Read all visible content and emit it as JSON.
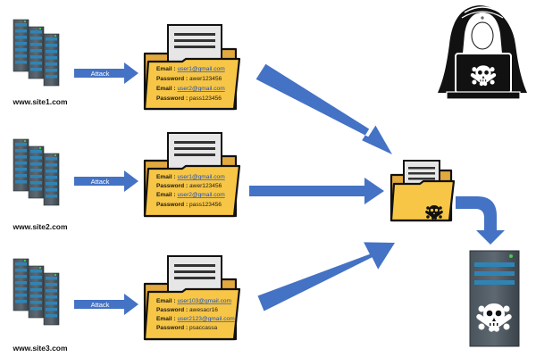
{
  "colors": {
    "arrow": "#4472c4",
    "folder_back": "#e2a93f",
    "folder_front": "#f7c646",
    "server_dark": "#3d464e",
    "server_mid": "#566068",
    "server_slot": "#2f84b6",
    "led_green": "#3fd043",
    "hacker_black": "#111111"
  },
  "sites": [
    {
      "label": "www.site1.com",
      "attack_label": "Attack",
      "credentials": [
        {
          "key": "Email : ",
          "value": "user1@gmail.com",
          "type": "email"
        },
        {
          "key": "Password : ",
          "value": "awer123456",
          "type": "password"
        },
        {
          "key": "Email : ",
          "value": "user2@gmail.com",
          "type": "email"
        },
        {
          "key": "Password : ",
          "value": "pass123456",
          "type": "password"
        }
      ]
    },
    {
      "label": "www.site2.com",
      "attack_label": "Attack",
      "credentials": [
        {
          "key": "Email : ",
          "value": "user1@gmail.com",
          "type": "email"
        },
        {
          "key": "Password : ",
          "value": "awer123456",
          "type": "password"
        },
        {
          "key": "Email : ",
          "value": "user2@gmail.com",
          "type": "email"
        },
        {
          "key": "Password : ",
          "value": "pass123456",
          "type": "password"
        }
      ]
    },
    {
      "label": "www.site3.com",
      "attack_label": "Attack",
      "credentials": [
        {
          "key": "Email : ",
          "value": "user103@gmail.com",
          "type": "email"
        },
        {
          "key": "Password : ",
          "value": "awesacr16",
          "type": "password"
        },
        {
          "key": "Email : ",
          "value": "user2123@gmail.com",
          "type": "email"
        },
        {
          "key": "Password : ",
          "value": "psaccassa",
          "type": "password"
        }
      ]
    }
  ],
  "icons": {
    "server_stack": "server-stack-icon",
    "folder": "document-folder-icon",
    "hacker": "hooded-hacker-icon",
    "skull": "skull-crossbones-icon",
    "target_server": "compromised-server-icon"
  }
}
